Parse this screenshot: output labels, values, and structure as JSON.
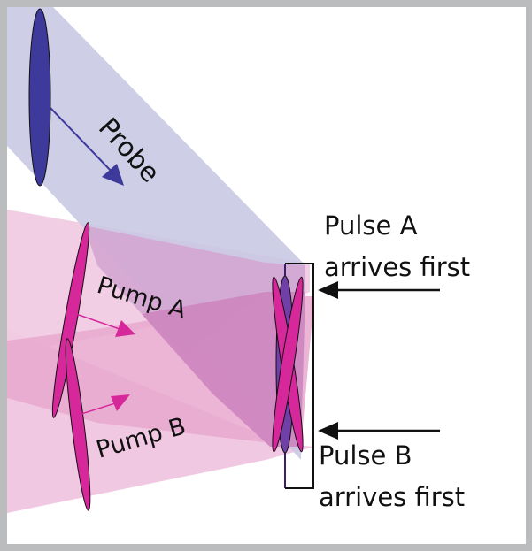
{
  "figure": {
    "beams": {
      "probe": {
        "label": "Probe",
        "color": "#c9c9e3",
        "pulse_color": "#3e3a9b"
      },
      "pump_a": {
        "label": "Pump A",
        "color": "#eec6de",
        "pulse_color": "#d6289a"
      },
      "pump_b": {
        "label": "Pump B",
        "color": "#e9a8cf",
        "pulse_color": "#d6289a"
      }
    },
    "overlap_color": "#cf87c0",
    "sample_pulse_color": "#7040a8",
    "annotations": {
      "pulse_a": {
        "line1": "Pulse A",
        "line2": "arrives first"
      },
      "pulse_b": {
        "line1": "Pulse B",
        "line2": "arrives first"
      }
    },
    "frame_color": "#bbbcbe"
  }
}
